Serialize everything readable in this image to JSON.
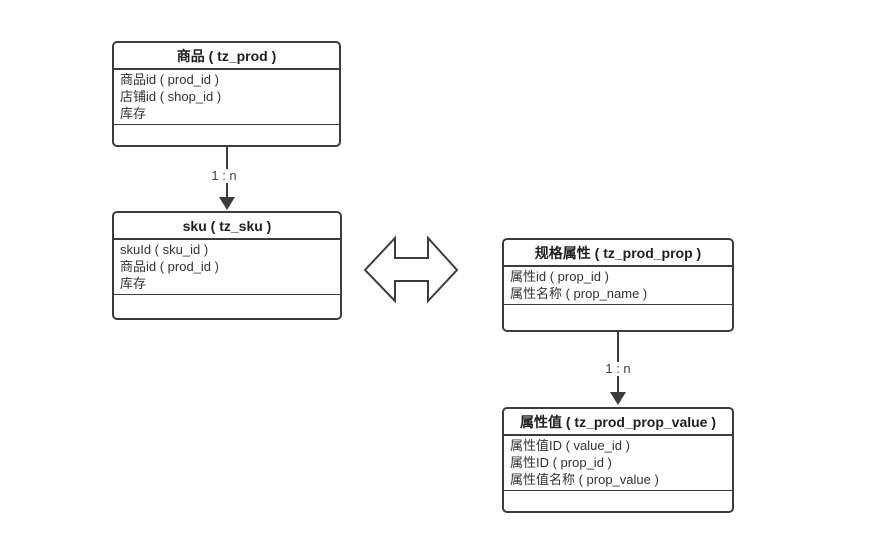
{
  "colors": {
    "line": "#3c3c3c",
    "title": "#1f1f1f",
    "text": "#333333",
    "label": "#444444",
    "background": "#ffffff"
  },
  "icons": {
    "sku_prop_relation": "double-horizontal-arrow"
  },
  "entities": {
    "prod": {
      "title": "商品 ( tz_prod )",
      "attributes": [
        "商品id ( prod_id )",
        "店铺id ( shop_id )",
        "库存"
      ]
    },
    "sku": {
      "title": "sku ( tz_sku )",
      "attributes": [
        "skuId ( sku_id )",
        "商品id ( prod_id )",
        "库存"
      ]
    },
    "prop": {
      "title": "规格属性 ( tz_prod_prop )",
      "attributes": [
        "属性id ( prop_id )",
        "属性名称 ( prop_name )"
      ]
    },
    "value": {
      "title": "属性值 ( tz_prod_prop_value )",
      "attributes": [
        "属性值ID ( value_id )",
        "属性ID ( prop_id )",
        "属性值名称 ( prop_value )"
      ]
    }
  },
  "relations": {
    "prod_to_sku": {
      "label": "1 : n"
    },
    "prop_to_value": {
      "label": "1 : n"
    }
  }
}
